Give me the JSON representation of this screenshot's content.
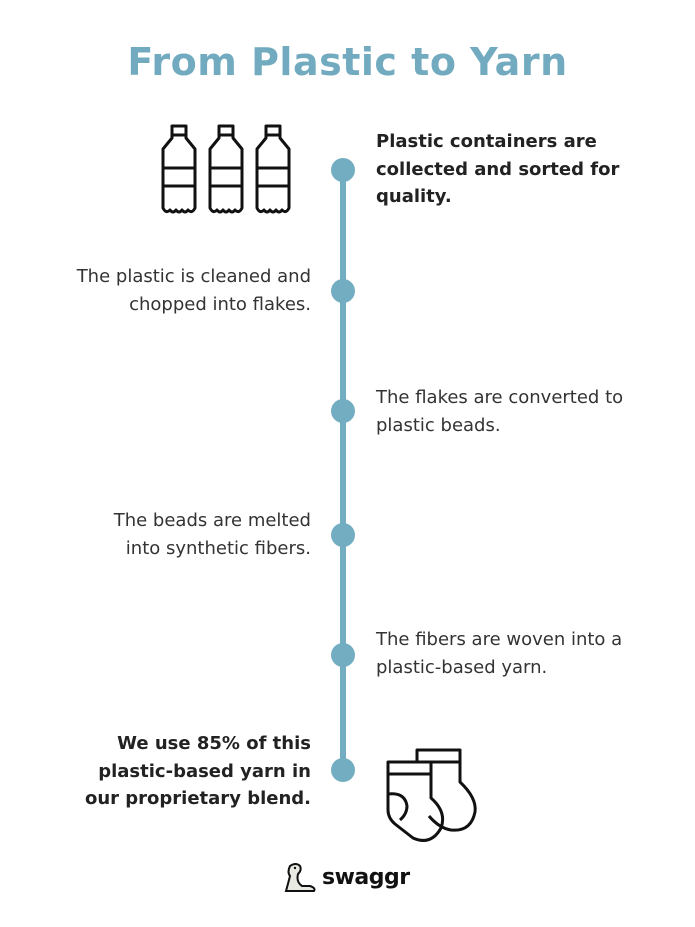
{
  "title": "From Plastic to Yarn",
  "steps": [
    {
      "text": "Plastic containers are collected and sorted for quality."
    },
    {
      "text": "The plastic is cleaned and chopped into flakes."
    },
    {
      "text": "The flakes are converted to plastic beads."
    },
    {
      "text": "The beads are melted into synthetic fibers."
    },
    {
      "text": "The fibers are woven into a plastic-based yarn."
    },
    {
      "text_before": "We use ",
      "highlight": "85%",
      "text_after": " of this plastic-based yarn in our proprietary blend."
    }
  ],
  "icons": {
    "top": "plastic-bottles-icon",
    "bottom": "socks-icon"
  },
  "brand": {
    "name": "swaggr",
    "logo_icon": "seal-icon"
  },
  "colors": {
    "accent": "#73adc2",
    "text": "#333333"
  }
}
